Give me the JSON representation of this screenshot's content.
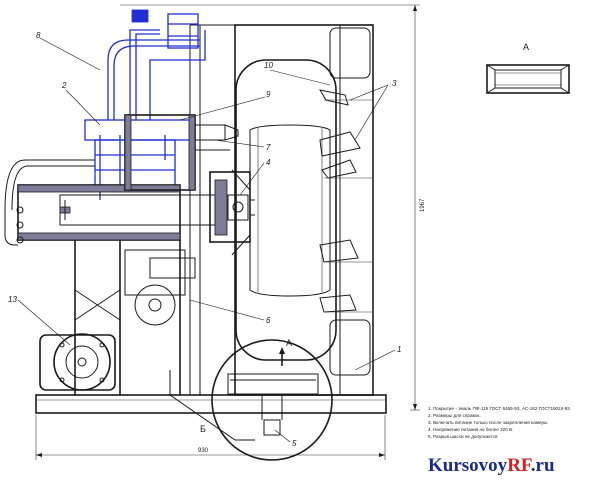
{
  "labels": {
    "l1": "1",
    "l2": "2",
    "l3": "3",
    "l4": "4",
    "l5": "5",
    "l6": "6",
    "l7": "7",
    "l8": "8",
    "l9": "9",
    "l10": "10",
    "l13": "13"
  },
  "views": {
    "view_a_top": "А",
    "view_a_side": "А",
    "view_b": "Б"
  },
  "dimensions": {
    "height": "1967",
    "width": "930"
  },
  "notes": [
    "1. Покрытие - эмаль ПФ-115 ГОСТ 6465-93, АС-182 ГОСТ19024-93",
    "2. Размеры для справок.",
    "3. Включать питание только после закрепления камеры",
    "4. Напряжение питания не более 220 В.",
    "5. Разрыв шасси не допускается"
  ],
  "watermark": {
    "part1": "Kursovoy",
    "part2": "RF",
    "part3": ".ru"
  },
  "colors": {
    "hydraulic": "#1f2fd0",
    "line": "#1a1a1a",
    "hatch": "#7d7d9a",
    "wm_red": "#d42020",
    "wm_blue": "#1a2a8a"
  }
}
